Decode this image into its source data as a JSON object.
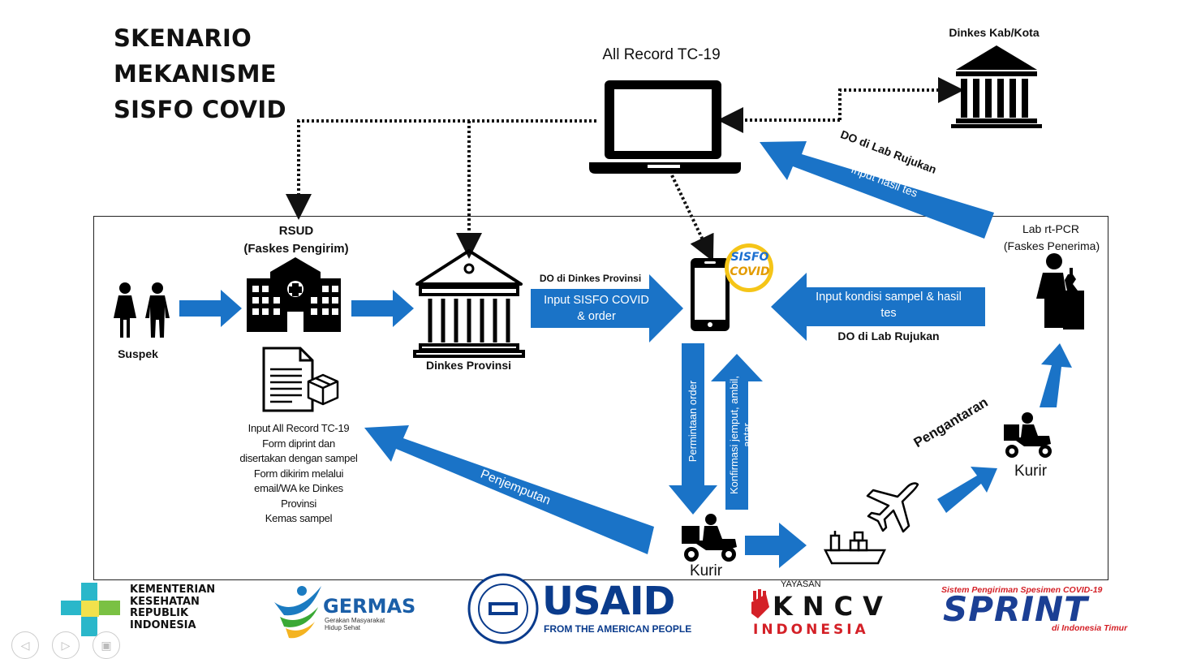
{
  "title": [
    "SKENARIO",
    "MEKANISME",
    "SISFO COVID"
  ],
  "top": {
    "laptop_label": "All Record TC-19",
    "dinkes_kab_label": "Dinkes Kab/Kota",
    "do_lab_label": "DO di Lab Rujukan",
    "input_hasil_label": "Input hasil tes"
  },
  "nodes": {
    "rsud_label": "RSUD",
    "rsud_sub": "(Faskes Pengirim)",
    "suspek_label": "Suspek",
    "dinkes_prov_label": "Dinkes Provinsi",
    "lab_label": "Lab rt-PCR",
    "lab_sub": "(Faskes Penerima)",
    "kurir_label_center": "Kurir",
    "kurir_label_right": "Kurir",
    "sisfo_logo_line1": "SISFO",
    "sisfo_logo_line2": "COVID"
  },
  "arrows": {
    "do_dinkes_prov": "DO di Dinkes Provinsi",
    "input_sisfo_line1": "Input SISFO COVID",
    "input_sisfo_line2": "& order",
    "input_kondisi_line1": "Input kondisi sampel & hasil",
    "input_kondisi_line2": "tes",
    "do_lab_bottom": "DO di Lab Rujukan",
    "permintaan_order": "Permintaan order",
    "konfirmasi_line1": "Konfirmasi jemput, ambil,",
    "konfirmasi_line2": "antar",
    "penjemputan": "Penjemputan",
    "pengantaran": "Pengantaran"
  },
  "rsud_notes": [
    "Input All Record TC-19",
    "Form diprint dan",
    "disertakan dengan sampel",
    "Form dikirim melalui",
    "email/WA ke Dinkes",
    "Provinsi",
    "Kemas sampel"
  ],
  "logos": {
    "kemenkes": [
      "KEMENTERIAN",
      "KESEHATAN",
      "REPUBLIK",
      "INDONESIA"
    ],
    "germas": "GERMAS",
    "germas_sub": [
      "Gerakan Masyarakat",
      "Hidup Sehat"
    ],
    "usaid": "USAID",
    "usaid_sub": "FROM THE AMERICAN PEOPLE",
    "kncv_top": "YAYASAN",
    "kncv": "KNCV",
    "kncv_bottom": "INDONESIA",
    "sprint_top": "Sistem Pengiriman Spesimen COVID-19",
    "sprint": "SPRINT",
    "sprint_bottom": "di Indonesia Timur"
  },
  "colors": {
    "arrow_blue": "#1a73c7",
    "kncv_red": "#d42027",
    "usaid_blue": "#0a3b8c",
    "usaid_red": "#c8102e",
    "sprint_blue": "#1b3f94"
  }
}
